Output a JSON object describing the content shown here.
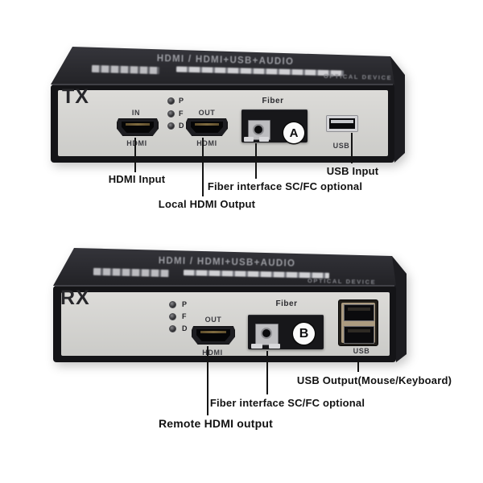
{
  "colors": {
    "case": "#1b1b1f",
    "panel": "#d6d5d2",
    "annotation": "#121212",
    "badge_bg": "#fbfbfb"
  },
  "tx": {
    "label": "TX",
    "band": {
      "title": "HDMI / HDMI+USB+AUDIO",
      "right": "OPTICAL DEVICE"
    },
    "leds": [
      "P",
      "F",
      "D"
    ],
    "hdmi_in": {
      "name": "IN",
      "type": "HDMI"
    },
    "hdmi_out": {
      "name": "OUT",
      "type": "HDMI"
    },
    "fiber": {
      "label": "Fiber",
      "badge": "A"
    },
    "usb": {
      "label": "USB"
    },
    "annotations": {
      "hdmi_input": "HDMI Input",
      "local_hdmi_output": "Local HDMI Output",
      "fiber_optional": "Fiber interface SC/FC optional",
      "usb_input": "USB Input"
    }
  },
  "rx": {
    "label": "RX",
    "band": {
      "title": "HDMI / HDMI+USB+AUDIO",
      "right": "OPTICAL DEVICE"
    },
    "leds": [
      "P",
      "F",
      "D"
    ],
    "hdmi_out": {
      "name": "OUT",
      "type": "HDMI"
    },
    "fiber": {
      "label": "Fiber",
      "badge": "B"
    },
    "usb": {
      "label": "USB"
    },
    "annotations": {
      "remote_hdmi_output": "Remote HDMI output",
      "fiber_optional": "Fiber interface SC/FC optional",
      "usb_output": "USB Output(Mouse/Keyboard)"
    }
  }
}
